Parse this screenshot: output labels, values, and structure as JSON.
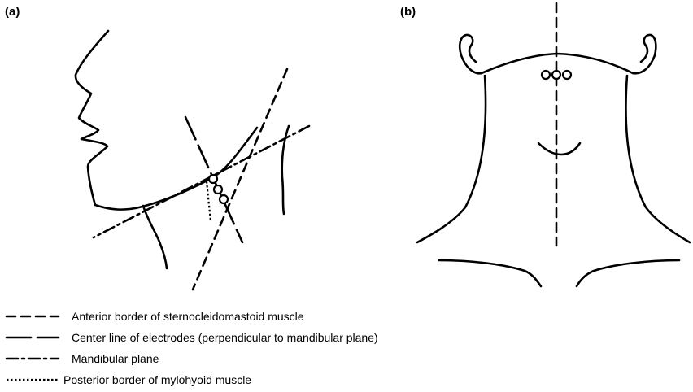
{
  "panels": {
    "a": {
      "label": "(a)"
    },
    "b": {
      "label": "(b)"
    }
  },
  "legend": [
    {
      "style": "dashed",
      "text": "Anterior border of sternocleidomastoid muscle"
    },
    {
      "style": "long-dashed",
      "text": "Center line of electrodes (perpendicular to mandibular plane)"
    },
    {
      "style": "dash-dot",
      "text": "Mandibular plane"
    },
    {
      "style": "dotted",
      "text": "Posterior border of  mylohyoid muscle"
    }
  ],
  "colors": {
    "ink": "#000000",
    "background": "#ffffff"
  }
}
